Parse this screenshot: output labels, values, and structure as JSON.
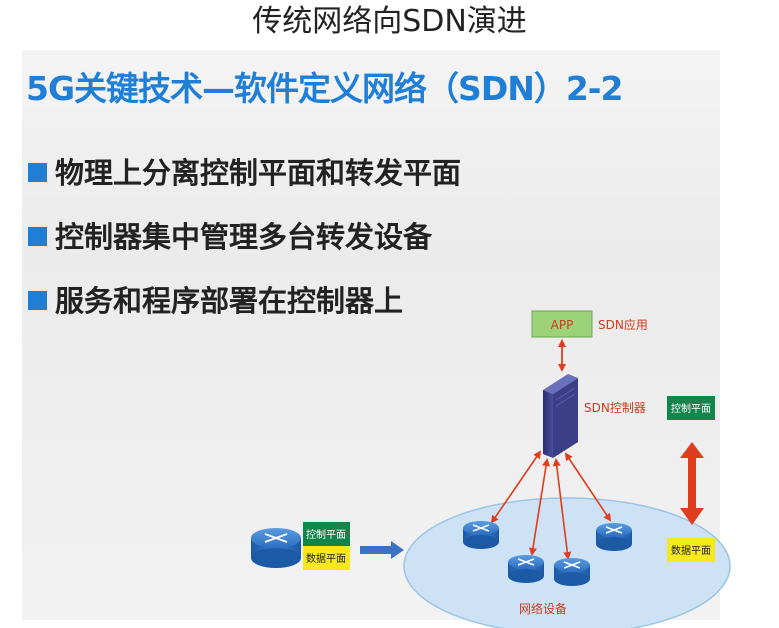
{
  "header": {
    "title": "传统网络向SDN演进"
  },
  "slide": {
    "title": "5G关键技术—软件定义网络（SDN）2-2",
    "bullets": [
      "物理上分离控制平面和转发平面",
      "控制器集中管理多台转发设备",
      "服务和程序部署在控制器上"
    ]
  },
  "diagram": {
    "app_box": "APP",
    "app_label": "SDN应用",
    "controller_label": "SDN控制器",
    "control_plane": "控制平面",
    "data_plane": "数据平面",
    "network_label": "网络设备",
    "colors": {
      "accent": "#1f7fd6",
      "arrow_red": "#e03c1e",
      "control_green": "#12864a",
      "data_yellow": "#f6e81e",
      "app_green": "#9cd37a",
      "ellipse": "#cde3f5"
    }
  }
}
